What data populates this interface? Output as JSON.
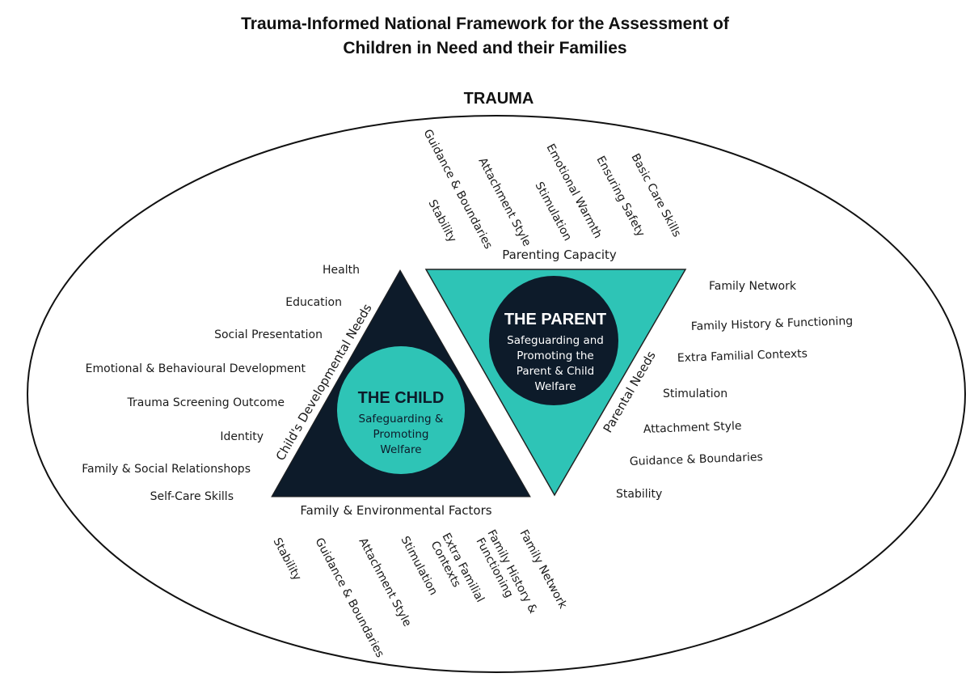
{
  "title": {
    "line1": "Trauma-Informed National Framework for the Assessment of",
    "line2": "Children in Need and their Families"
  },
  "outer_label": "TRAUMA",
  "colors": {
    "child_triangle": "#0d1b2a",
    "parent_triangle": "#2ec4b6",
    "child_circle": "#2ec4b6",
    "parent_circle": "#0d1b2a"
  },
  "child": {
    "title": "THE CHILD",
    "sub1": "Safeguarding &",
    "sub2": "Promoting",
    "sub3": "Welfare",
    "side_label": "Child's Developmental Needs",
    "needs": [
      "Health",
      "Education",
      "Social Presentation",
      "Emotional & Behavioural Development",
      "Trauma Screening Outcome",
      "Identity",
      "Family & Social Relationshops",
      "Self-Care Skills"
    ]
  },
  "parent": {
    "title": "THE PARENT",
    "sub1": "Safeguarding and",
    "sub2": "Promoting the",
    "sub3": "Parent & Child",
    "sub4": "Welfare",
    "side_label": "Parental Needs",
    "needs": [
      "Family Network",
      "Family History & Functioning",
      "Extra Familial Contexts",
      "Stimulation",
      "Attachment Style",
      "Guidance & Boundaries",
      "Stability"
    ]
  },
  "parenting_capacity": {
    "label": "Parenting Capacity",
    "items": [
      "Stability",
      "Guidance & Boundaries",
      "Attachment Style",
      "Stimulation",
      "Emotional Warmth",
      "Ensuring Safety",
      "Basic Care Skills"
    ]
  },
  "family_environment": {
    "label": "Family & Environmental Factors",
    "items": [
      "Stability",
      "Guidance & Boundaries",
      "Attachment Style",
      "Stimulation",
      "Extra Familial",
      "Contexts",
      "Family History &",
      "Functioning",
      "Family Network"
    ]
  }
}
